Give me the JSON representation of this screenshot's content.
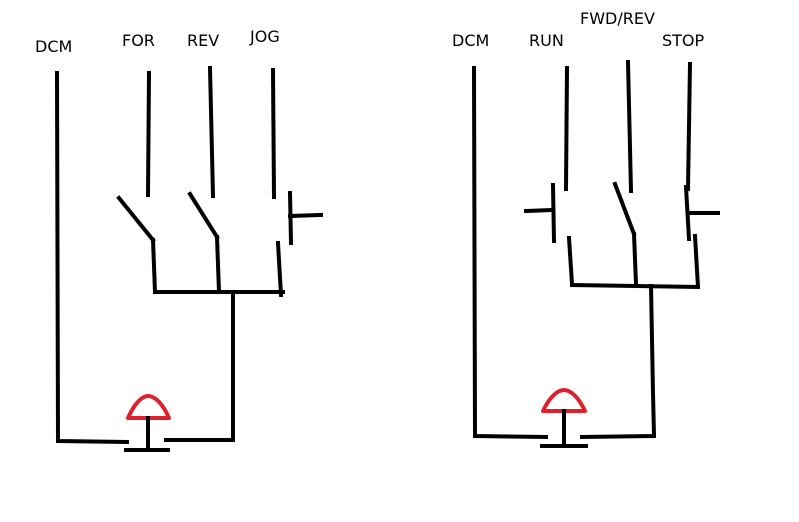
{
  "colors": {
    "wire": "#000000",
    "estop": "#e0202a",
    "background": "#ffffff"
  },
  "left_circuit": {
    "labels": {
      "dcm": "DCM",
      "for": "FOR",
      "rev": "REV",
      "jog": "JOG"
    }
  },
  "right_circuit": {
    "labels": {
      "dcm": "DCM",
      "run": "RUN",
      "fwd_rev": "FWD/REV",
      "stop": "STOP"
    }
  }
}
